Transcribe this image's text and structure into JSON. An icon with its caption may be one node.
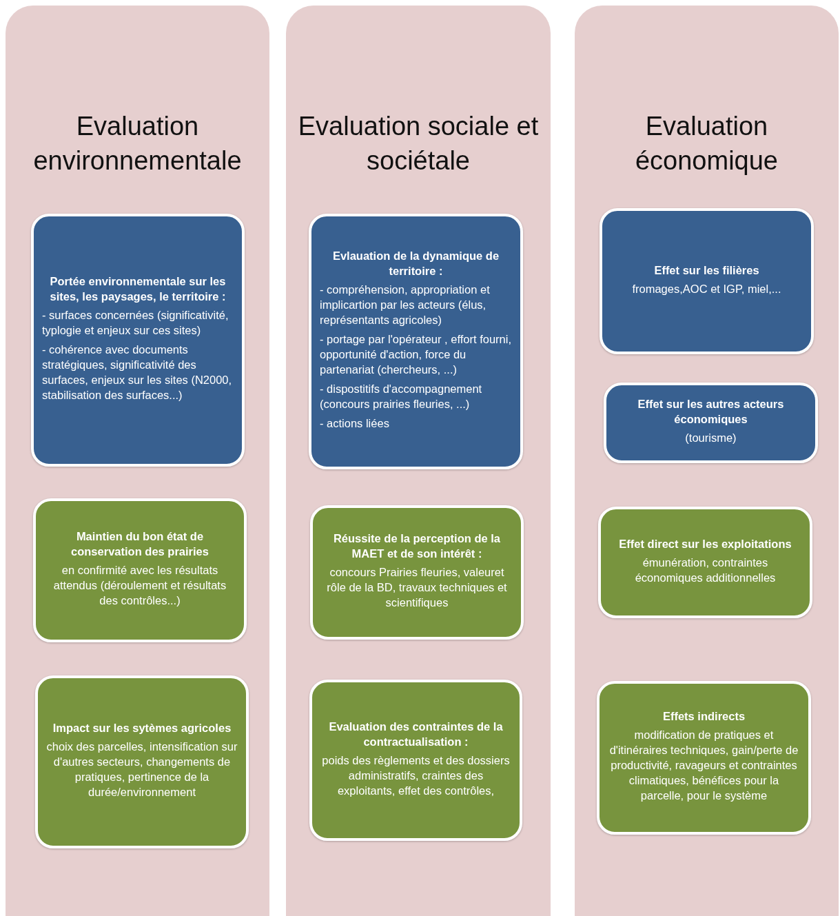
{
  "diagram": {
    "nodes": [
      {
        "text": [
          "Evaluation environnementale"
        ]
      },
      {
        "text": [
          "Portée environnementale sur les sites, les paysages, le territoire :",
          "- surfaces concernées (significativité, typlogie et enjeux sur ces sites)",
          "- cohérence avec documents stratégiques, significativité des surfaces, enjeux sur les sites (N2000, stabilisation des surfaces...)"
        ],
        "in": 0
      },
      {
        "text": [
          "Maintien du bon état de conservation des prairies",
          "en confirmité avec les résultats attendus (déroulement et résultats des contrôles...)"
        ],
        "in": 0
      },
      {
        "text": [
          "Impact sur les sytèmes agricoles",
          "choix des parcelles, intensification sur d'autres secteurs, changements de pratiques, pertinence de la durée/environnement"
        ],
        "in": 0
      },
      {
        "text": [
          "Evaluation sociale et sociétale"
        ]
      },
      {
        "text": [
          "Evlauation de la dynamique de territoire :",
          "- compréhension, appropriation et implicartion par les acteurs (élus, représentants agricoles)",
          "- portage par l'opérateur , effort fourni, opportunité d'action, force du partenariat (chercheurs, ...)",
          "- dispostitifs d'accompagnement (concours prairies fleuries, ...)",
          "- actions liées"
        ],
        "in": 4
      },
      {
        "text": [
          "Réussite de la perception de la MAET et de son intérêt :",
          "concours Prairies fleuries, valeuret rôle de la BD, travaux techniques et scientifiques"
        ],
        "in": 4
      },
      {
        "text": [
          "Evaluation des contraintes de la contractualisation :",
          "poids des règlements et des dossiers administratifs, craintes des exploitants, effet des contrôles,"
        ],
        "in": 4
      },
      {
        "text": [
          "Evaluation économique"
        ]
      },
      {
        "text": [
          "Effet sur les filières",
          "fromages,AOC et IGP, miel,..."
        ],
        "in": 8
      },
      {
        "text": [
          "Effet sur les autres acteurs économiques",
          "(tourisme)"
        ],
        "in": 8
      },
      {
        "text": [
          "Effet direct sur les exploitations",
          "émunération, contraintes économiques additionnelles"
        ],
        "in": 8
      },
      {
        "text": [
          "Effets indirects",
          "modification de pratiques et d'itinéraires techniques, gain/perte de productivité, ravageurs et contraintes climatiques, bénéfices pour la parcelle, pour le système"
        ],
        "in": 8
      }
    ]
  }
}
